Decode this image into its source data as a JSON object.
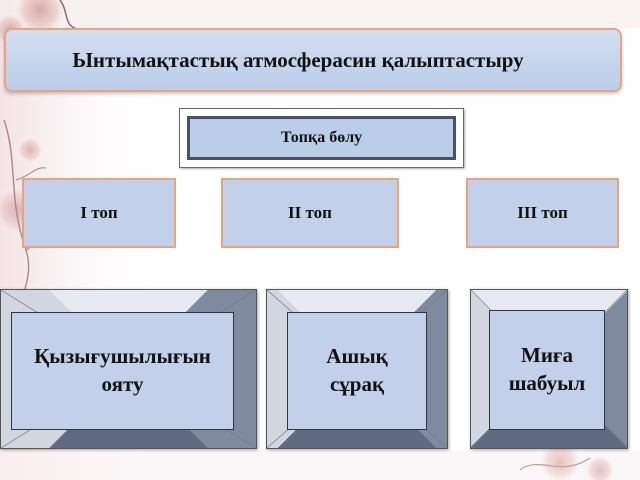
{
  "title": "Ынтымақтастық атмосферасин қалыптастыру",
  "grouping_label": "Топқа бөлу",
  "groups": [
    {
      "label": "I топ"
    },
    {
      "label": "II топ"
    },
    {
      "label": "III топ"
    }
  ],
  "methods": [
    {
      "line1": "Қызығушылығын",
      "line2": "ояту"
    },
    {
      "line1": "Ашық",
      "line2": "сұрақ"
    },
    {
      "line1": "Миға",
      "line2": "шабуыл"
    }
  ],
  "colors": {
    "box_fill": "#c2d0ea",
    "box_border": "#eda27c",
    "bevel_dark": "#5f6b80"
  }
}
